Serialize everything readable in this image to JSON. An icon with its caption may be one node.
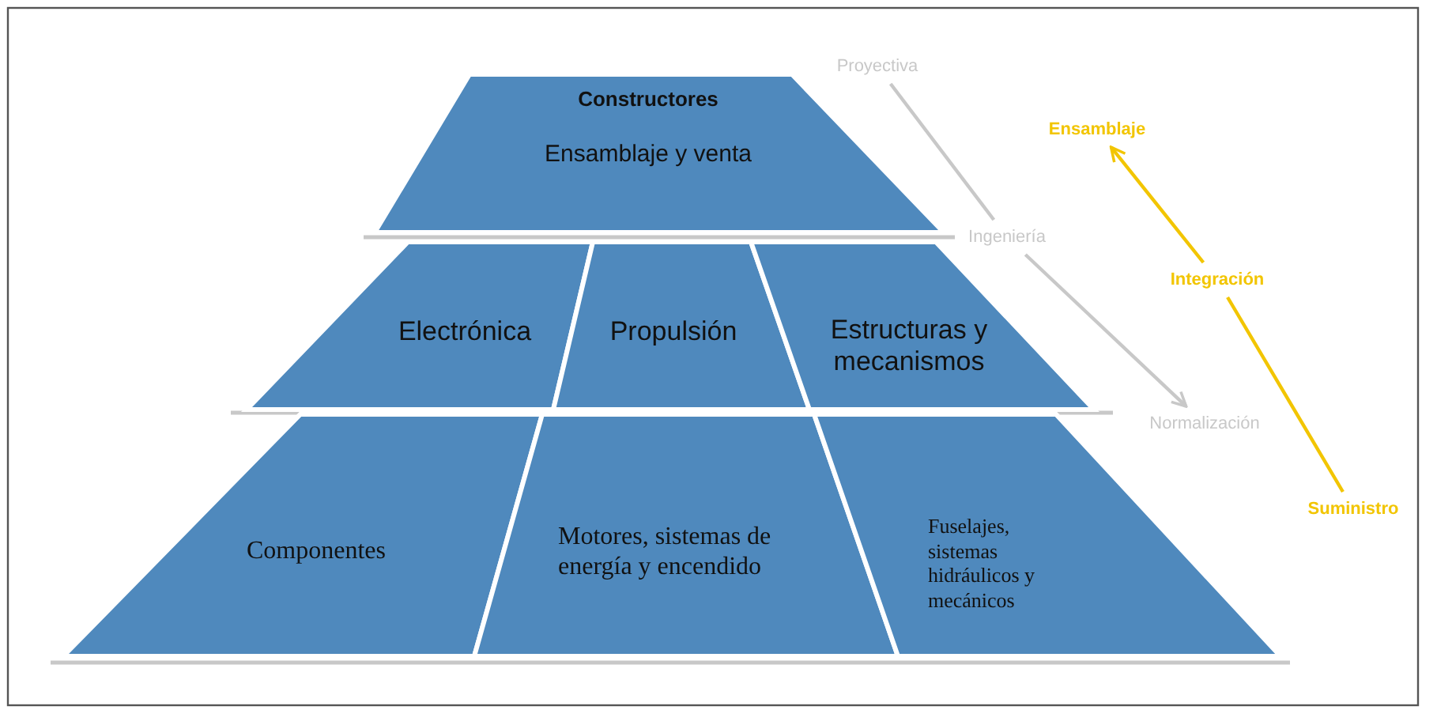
{
  "diagram": {
    "nodes": [
      {
        "text": [
          "Constructores",
          "Ensamblaje y venta"
        ]
      },
      {
        "text": [
          "Electrónica"
        ]
      },
      {
        "text": [
          "Propulsión"
        ]
      },
      {
        "text": [
          "Estructuras y mecanismos"
        ]
      },
      {
        "text": [
          "Componentes"
        ]
      },
      {
        "text": [
          "Motores, sistemas de energía y encendido"
        ]
      },
      {
        "text": [
          "Fuselajes, sistemas hidráulicos y mecánicos"
        ]
      },
      {
        "text": [
          "Proyectiva"
        ]
      },
      {
        "text": [
          "Ingeniería"
        ]
      },
      {
        "text": [
          "Normalización"
        ]
      },
      {
        "text": [
          "Ensamblaje"
        ]
      },
      {
        "text": [
          "Integración"
        ]
      },
      {
        "text": [
          "Suministro"
        ]
      }
    ],
    "edges": [
      {
        "from": 7,
        "to": 8,
        "arrow": "none",
        "color": "#c8c8c8"
      },
      {
        "from": 8,
        "to": 9,
        "arrow": "to",
        "color": "#c8c8c8"
      },
      {
        "from": 12,
        "to": 11,
        "arrow": "none",
        "color": "#f2c500"
      },
      {
        "from": 11,
        "to": 10,
        "arrow": "to",
        "color": "#f2c500"
      }
    ]
  }
}
